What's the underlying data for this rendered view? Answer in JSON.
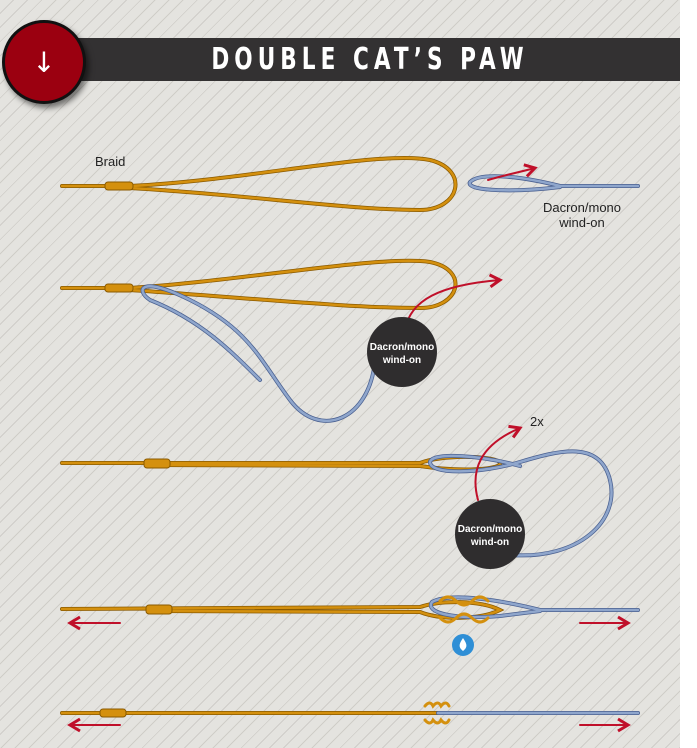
{
  "header": {
    "title": "DOUBLE CAT’S PAW",
    "badge_icon": "arrow-down-icon"
  },
  "steps": [
    {
      "labels": {
        "braid": "Braid",
        "leader_line1": "Dacron/mono",
        "leader_line2": "wind-on"
      }
    },
    {
      "circle_line1": "Dacron/mono",
      "circle_line2": "wind-on"
    },
    {
      "repeat": "2x",
      "circle_line1": "Dacron/mono",
      "circle_line2": "wind-on"
    },
    {
      "icon": "water-drop-icon"
    },
    {}
  ],
  "colors": {
    "braid": "#d4900e",
    "leader": "#8fa6cc",
    "arrow": "#c0102a",
    "circle": "#2f2d2e",
    "banner": "#333132",
    "badge": "#9b0010"
  }
}
